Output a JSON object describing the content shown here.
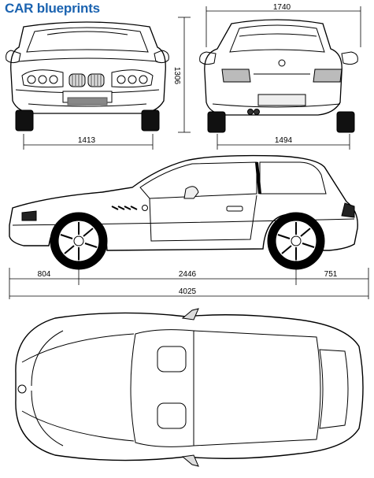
{
  "brand": {
    "prefix": "CAR",
    "suffix": "blueprints",
    "color": "#1b63b0"
  },
  "dimensions": {
    "width_mirrors": "1740",
    "height": "1306",
    "front_track": "1413",
    "rear_track": "1494",
    "front_overhang": "804",
    "wheelbase": "2446",
    "rear_overhang": "751",
    "length": "4025"
  },
  "views": [
    "front",
    "rear",
    "side",
    "top"
  ],
  "line_color": "#000000"
}
